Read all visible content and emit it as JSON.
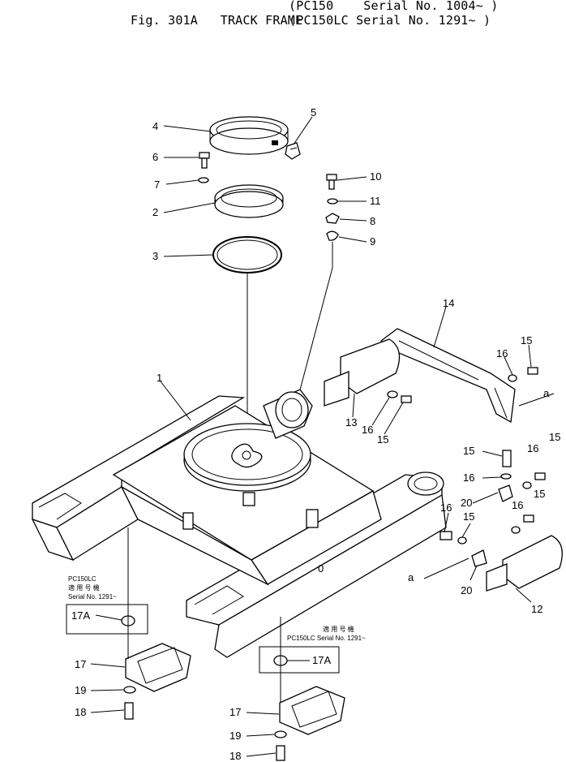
{
  "title": {
    "fig": "Fig. 301A",
    "name": "TRACK FRAME",
    "line1": "(PC150    Serial No. 1004~ )",
    "line2": "(PC150LC Serial No. 1291~ )"
  },
  "callouts": [
    {
      "id": "c4",
      "label": "4"
    },
    {
      "id": "c5",
      "label": "5"
    },
    {
      "id": "c6",
      "label": "6"
    },
    {
      "id": "c7",
      "label": "7"
    },
    {
      "id": "c2",
      "label": "2"
    },
    {
      "id": "c3",
      "label": "3"
    },
    {
      "id": "c10",
      "label": "10"
    },
    {
      "id": "c11",
      "label": "11"
    },
    {
      "id": "c8",
      "label": "8"
    },
    {
      "id": "c9",
      "label": "9"
    },
    {
      "id": "c14",
      "label": "14"
    },
    {
      "id": "c1",
      "label": "1"
    },
    {
      "id": "c15a",
      "label": "15"
    },
    {
      "id": "c16a",
      "label": "16"
    },
    {
      "id": "ca1",
      "label": "a"
    },
    {
      "id": "c13",
      "label": "13"
    },
    {
      "id": "c16b",
      "label": "16"
    },
    {
      "id": "c15b",
      "label": "15"
    },
    {
      "id": "c15c",
      "label": "15"
    },
    {
      "id": "c16c",
      "label": "16"
    },
    {
      "id": "c16d",
      "label": "16"
    },
    {
      "id": "c15d",
      "label": "15"
    },
    {
      "id": "c20a",
      "label": "20"
    },
    {
      "id": "c15e",
      "label": "15"
    },
    {
      "id": "c16e",
      "label": "16"
    },
    {
      "id": "c15f",
      "label": "15"
    },
    {
      "id": "c16f",
      "label": "16"
    },
    {
      "id": "ca2",
      "label": "a"
    },
    {
      "id": "c20b",
      "label": "20"
    },
    {
      "id": "c12",
      "label": "12"
    },
    {
      "id": "c17a_box",
      "label": "17A"
    },
    {
      "id": "c17a",
      "label": "17"
    },
    {
      "id": "c19a",
      "label": "19"
    },
    {
      "id": "c18a",
      "label": "18"
    },
    {
      "id": "c17b_box",
      "label": "17A"
    },
    {
      "id": "c17b",
      "label": "17"
    },
    {
      "id": "c19b",
      "label": "19"
    },
    {
      "id": "c18b",
      "label": "18"
    }
  ],
  "notes": {
    "left_model": "PC150LC",
    "left_jp": "適 用 号 機",
    "left_serial": "Serial No. 1291~",
    "right_jp": "適 用 号 機",
    "right_model_serial": "PC150LC Serial No. 1291~"
  }
}
